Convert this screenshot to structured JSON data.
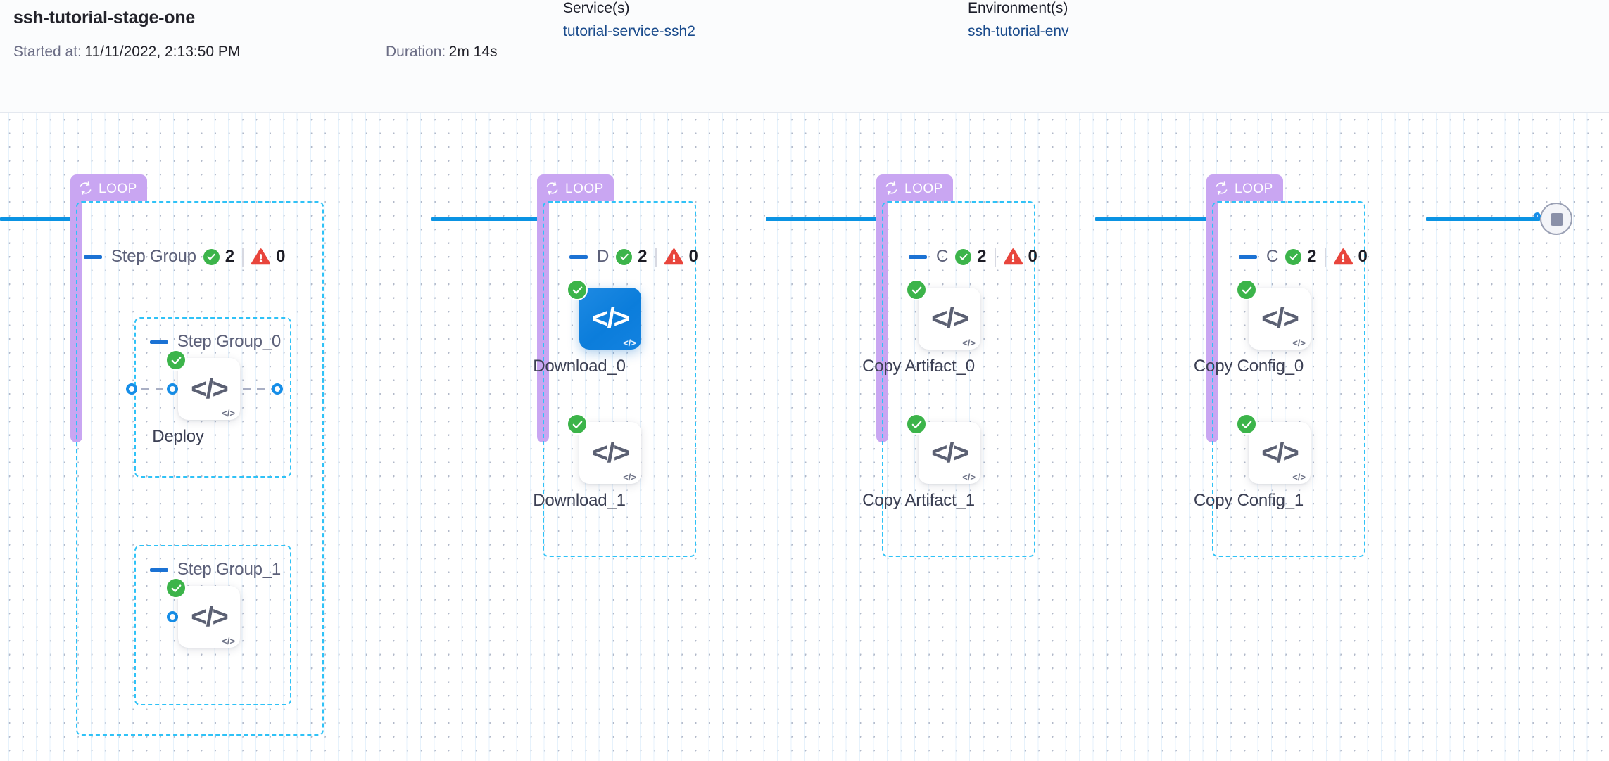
{
  "header": {
    "stage_title": "ssh-tutorial-stage-one",
    "started_label": "Started at:",
    "started_value": "11/11/2022, 2:13:50 PM",
    "duration_label": "Duration:",
    "duration_value": "2m 14s",
    "service_title": "Service(s)",
    "service_value": "tutorial-service-ssh2",
    "environment_title": "Environment(s)",
    "environment_value": "ssh-tutorial-env"
  },
  "colors": {
    "loop_tag": "#c9a6f2",
    "group_border": "#2fc2f7",
    "connector": "#0b93e3",
    "success": "#3cb44a",
    "error": "#e8453c",
    "selected_node": "#0b7ddb",
    "link_text": "#1a4b8c"
  },
  "loop_groups": [
    {
      "tag_label": "LOOP",
      "tag_icon": "loop-icon",
      "collapse_icon": "minus-icon",
      "name": "Step Group",
      "name_truncated": false,
      "success_count": "2",
      "error_count": "0",
      "inner_groups": [
        {
          "collapse_icon": "minus-icon",
          "name": "Step Group_0",
          "nodes": [
            {
              "label": "Deploy",
              "icon": "code-icon",
              "status": "success",
              "selected": false
            }
          ]
        },
        {
          "collapse_icon": "minus-icon",
          "name": "Step Group_1",
          "nodes": [
            {
              "label": "",
              "icon": "code-icon",
              "status": "success",
              "selected": false
            }
          ]
        }
      ],
      "nodes": []
    },
    {
      "tag_label": "LOOP",
      "tag_icon": "loop-icon",
      "collapse_icon": "minus-icon",
      "name": "D",
      "name_truncated": true,
      "success_count": "2",
      "error_count": "0",
      "inner_groups": [],
      "nodes": [
        {
          "label": "Download_0",
          "icon": "code-icon",
          "status": "success",
          "selected": true
        },
        {
          "label": "Download_1",
          "icon": "code-icon",
          "status": "success",
          "selected": false
        }
      ]
    },
    {
      "tag_label": "LOOP",
      "tag_icon": "loop-icon",
      "collapse_icon": "minus-icon",
      "name": "C",
      "name_truncated": true,
      "success_count": "2",
      "error_count": "0",
      "inner_groups": [],
      "nodes": [
        {
          "label": "Copy Artifact_0",
          "icon": "code-icon",
          "status": "success",
          "selected": false
        },
        {
          "label": "Copy Artifact_1",
          "icon": "code-icon",
          "status": "success",
          "selected": false
        }
      ]
    },
    {
      "tag_label": "LOOP",
      "tag_icon": "loop-icon",
      "collapse_icon": "minus-icon",
      "name": "C",
      "name_truncated": true,
      "success_count": "2",
      "error_count": "0",
      "inner_groups": [],
      "nodes": [
        {
          "label": "Copy Config_0",
          "icon": "code-icon",
          "status": "success",
          "selected": false
        },
        {
          "label": "Copy Config_1",
          "icon": "code-icon",
          "status": "success",
          "selected": false
        }
      ]
    }
  ],
  "end_node": {
    "icon": "stop-icon",
    "name": "pipeline-end"
  },
  "node_mini_glyph": "</>",
  "node_code_glyph": "</>"
}
